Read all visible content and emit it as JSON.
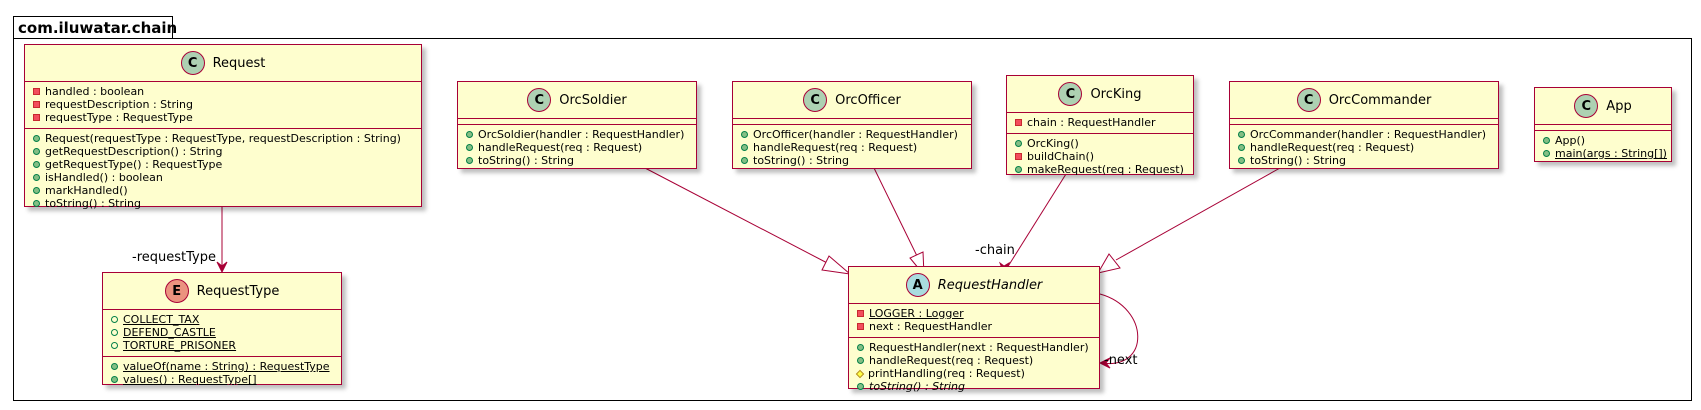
{
  "package": {
    "name": "com.iluwatar.chain"
  },
  "classes": {
    "request": {
      "badge": "C",
      "name": "Request",
      "fields": [
        {
          "vis": "private",
          "text": "handled : boolean"
        },
        {
          "vis": "private",
          "text": "requestDescription : String"
        },
        {
          "vis": "private",
          "text": "requestType : RequestType"
        }
      ],
      "methods": [
        {
          "vis": "public",
          "text": "Request(requestType : RequestType, requestDescription : String)"
        },
        {
          "vis": "public",
          "text": "getRequestDescription() : String"
        },
        {
          "vis": "public",
          "text": "getRequestType() : RequestType"
        },
        {
          "vis": "public",
          "text": "isHandled() : boolean"
        },
        {
          "vis": "public",
          "text": "markHandled()"
        },
        {
          "vis": "public",
          "text": "toString() : String"
        }
      ]
    },
    "request_type": {
      "badge": "E",
      "name": "RequestType",
      "fields": [
        {
          "vis": "public-hollow",
          "text": "COLLECT_TAX"
        },
        {
          "vis": "public-hollow",
          "text": "DEFEND_CASTLE"
        },
        {
          "vis": "public-hollow",
          "text": "TORTURE_PRISONER"
        }
      ],
      "methods": [
        {
          "vis": "public",
          "text": "valueOf(name : String) : RequestType"
        },
        {
          "vis": "public",
          "text": "values() : RequestType[]"
        }
      ]
    },
    "orc_soldier": {
      "badge": "C",
      "name": "OrcSoldier",
      "methods": [
        {
          "vis": "public",
          "text": "OrcSoldier(handler : RequestHandler)"
        },
        {
          "vis": "public",
          "text": "handleRequest(req : Request)"
        },
        {
          "vis": "public",
          "text": "toString() : String"
        }
      ]
    },
    "orc_officer": {
      "badge": "C",
      "name": "OrcOfficer",
      "methods": [
        {
          "vis": "public",
          "text": "OrcOfficer(handler : RequestHandler)"
        },
        {
          "vis": "public",
          "text": "handleRequest(req : Request)"
        },
        {
          "vis": "public",
          "text": "toString() : String"
        }
      ]
    },
    "orc_king": {
      "badge": "C",
      "name": "OrcKing",
      "fields": [
        {
          "vis": "private",
          "text": "chain : RequestHandler"
        }
      ],
      "methods": [
        {
          "vis": "public",
          "text": "OrcKing()"
        },
        {
          "vis": "private",
          "text": "buildChain()"
        },
        {
          "vis": "public",
          "text": "makeRequest(req : Request)"
        }
      ]
    },
    "orc_commander": {
      "badge": "C",
      "name": "OrcCommander",
      "methods": [
        {
          "vis": "public",
          "text": "OrcCommander(handler : RequestHandler)"
        },
        {
          "vis": "public",
          "text": "handleRequest(req : Request)"
        },
        {
          "vis": "public",
          "text": "toString() : String"
        }
      ]
    },
    "app": {
      "badge": "C",
      "name": "App",
      "methods": [
        {
          "vis": "public",
          "text": "App()"
        },
        {
          "vis": "public",
          "text": "main(args : String[])"
        }
      ]
    },
    "request_handler": {
      "badge": "A",
      "name": "RequestHandler",
      "fields": [
        {
          "vis": "private",
          "text": "LOGGER : Logger"
        },
        {
          "vis": "private",
          "text": "next : RequestHandler"
        }
      ],
      "methods": [
        {
          "vis": "public",
          "text": "RequestHandler(next : RequestHandler)"
        },
        {
          "vis": "public",
          "text": "handleRequest(req : Request)"
        },
        {
          "vis": "protected",
          "text": "printHandling(req : Request)"
        },
        {
          "vis": "public",
          "text": "toString() : String"
        }
      ]
    }
  },
  "relations": {
    "request_type_role": "-requestType",
    "chain_role": "-chain",
    "next_role": "-next"
  },
  "colors": {
    "class_fill": "#FEFECE",
    "class_border": "#A80036",
    "arrow": "#A80036",
    "class_badge": "#ADD1B2",
    "enum_badge": "#EB937F",
    "abstract_badge": "#A9DCDF"
  }
}
